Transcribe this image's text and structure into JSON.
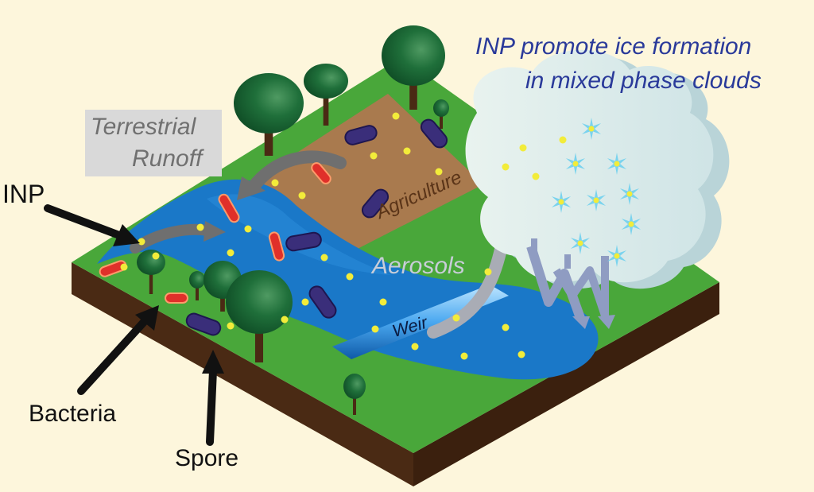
{
  "labels": {
    "terrestrial_runoff_line1": "Terrestrial",
    "terrestrial_runoff_line2": "Runoff",
    "inp": "INP",
    "bacteria": "Bacteria",
    "spore": "Spore",
    "cloud_caption_line1": "INP promote ice formation",
    "cloud_caption_line2": "in mixed phase clouds",
    "agriculture": "Agriculture",
    "aerosols": "Aerosols",
    "weir": "Weir"
  },
  "colors": {
    "background": "#fdf6dc",
    "grass": "#49a73a",
    "soil": "#4a2a14",
    "river": "#1a78c8",
    "agriculture": "#a97a4e",
    "bacteria": "#e0302a",
    "spore": "#3a2e7a",
    "inp_particle": "#f2ec3a",
    "cloud": "#dcebeb",
    "ice_crystal": "#7ad3ee",
    "caption": "#2a3a9a"
  },
  "icons": [
    "tree-icon",
    "bacteria-icon",
    "spore-icon",
    "ice-crystal-icon",
    "inp-particle-icon",
    "arrow-icon"
  ]
}
